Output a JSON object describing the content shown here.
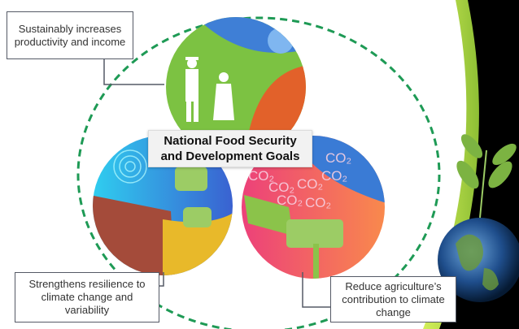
{
  "center_label": {
    "line1": "National Food Security",
    "line2": "and Development Goals"
  },
  "callouts": {
    "top": "Sustainably increases productivity and income",
    "bottom_left": "Strengthens resilience to climate change and variability",
    "bottom_right": "Reduce agriculture’s contribution to climate change"
  },
  "co2_label": "CO2",
  "colors": {
    "dashed_circle": "#1e9a55",
    "panel": "#000000",
    "panel_accent": "#8cc63f"
  }
}
